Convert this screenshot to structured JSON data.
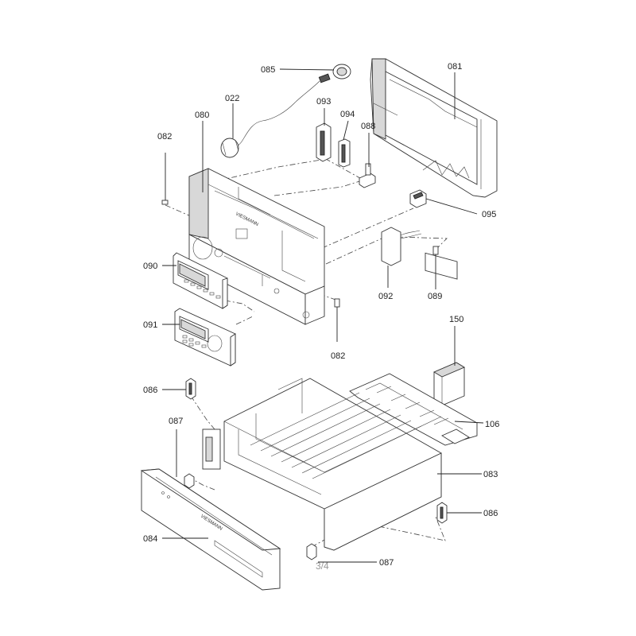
{
  "labels": {
    "p085": "085",
    "p081": "081",
    "p022": "022",
    "p093": "093",
    "p094": "094",
    "p080": "080",
    "p088": "088",
    "p082a": "082",
    "p095": "095",
    "p090": "090",
    "p092": "092",
    "p089": "089",
    "p091": "091",
    "p082b": "082",
    "p150": "150",
    "p086a": "086",
    "p106": "106",
    "p087a": "087",
    "p083": "083",
    "p086b": "086",
    "p084": "084",
    "p087b": "087"
  },
  "page_number": "3/4"
}
